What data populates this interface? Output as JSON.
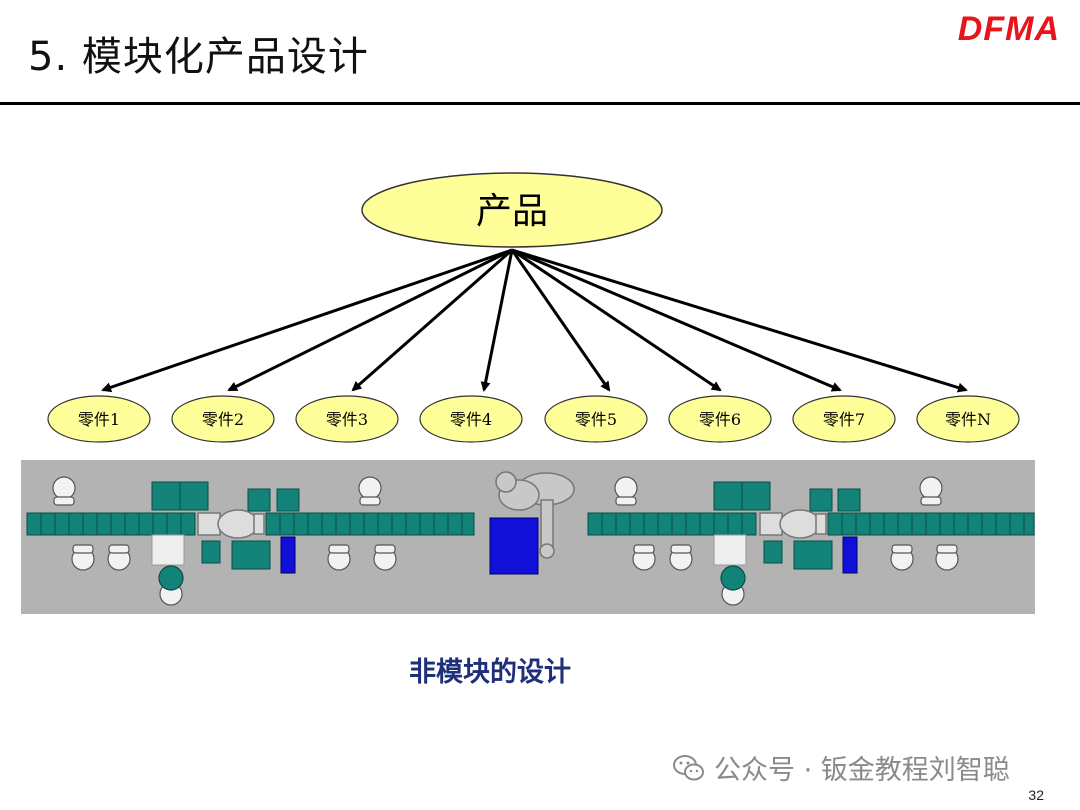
{
  "header": {
    "title": "5. 模块化产品设计",
    "logo": "DFMA"
  },
  "diagram": {
    "root": "产品",
    "parts": [
      "零件1",
      "零件2",
      "零件3",
      "零件4",
      "零件5",
      "零件6",
      "零件7",
      "零件N"
    ],
    "caption": "非模块的设计"
  },
  "colors": {
    "ellipse_fill": "#ffff99",
    "logo_red": "#e8141c",
    "floor_gray": "#b3b3b3",
    "machine_teal": "#13837a",
    "blue_station": "#1010d8",
    "caption_navy": "#1f2f7a"
  },
  "footer": {
    "watermark": "公众号 · 钣金教程刘智聪",
    "watermark_icon": "wechat-icon",
    "page_number": "32"
  }
}
